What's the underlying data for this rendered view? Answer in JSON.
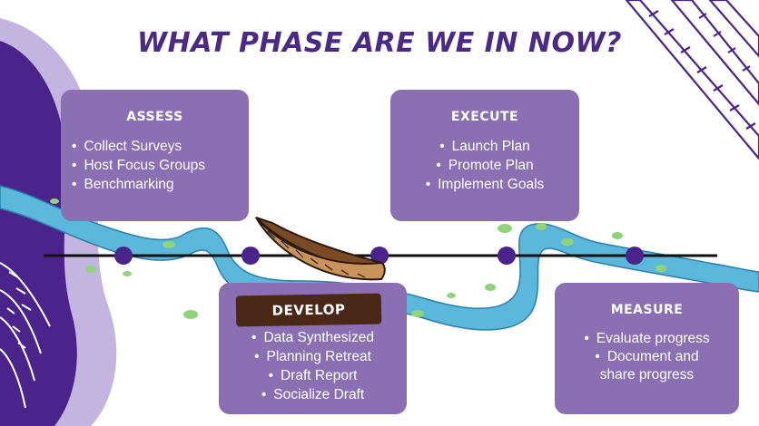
{
  "title": "WHAT PHASE ARE WE IN NOW?",
  "colors": {
    "title": "#4b2a85",
    "card": "#8a6fb2",
    "dark_purple": "#4a248a",
    "river": "#5bb8dc",
    "leaf": "#8fd47a",
    "timeline_dot": "#4a248a",
    "banner": "#4a2818"
  },
  "phases": {
    "assess": {
      "label": "ASSESS",
      "items": [
        "Collect Surveys",
        "Host Focus Groups",
        "Benchmarking"
      ]
    },
    "execute": {
      "label": "EXECUTE",
      "items": [
        "Launch Plan",
        "Promote Plan",
        "Implement Goals"
      ]
    },
    "develop": {
      "label": "DEVELOP",
      "items": [
        "Data Synthesized",
        "Planning Retreat",
        "Draft Report",
        "Socialize Draft"
      ]
    },
    "measure": {
      "label": "MEASURE",
      "items": [
        "Evaluate progress",
        "Document and",
        "share progress"
      ]
    }
  },
  "icons": [
    "canoe-icon",
    "river-illustration",
    "birch-bark-decoration"
  ]
}
